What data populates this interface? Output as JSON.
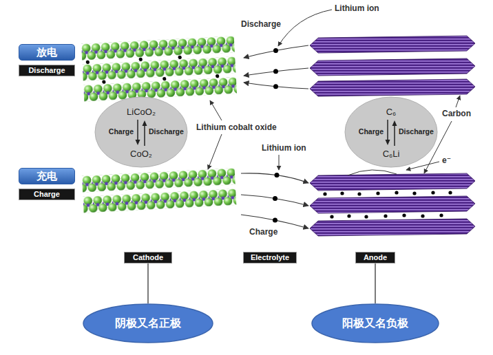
{
  "diagram": {
    "nodes": [
      {
        "text": [
          "放电"
        ]
      },
      {
        "text": [
          "Discharge"
        ]
      },
      {
        "text": [
          "LiCoO₂",
          "Charge",
          "Discharge",
          "CoO₂"
        ]
      },
      {
        "text": [
          "C₆",
          "Charge",
          "Discharge",
          "C₆Li"
        ]
      },
      {
        "text": [
          "充电"
        ]
      },
      {
        "text": [
          "Charge"
        ]
      },
      {
        "text": [
          "Cathode"
        ]
      },
      {
        "text": [
          "Electrolyte"
        ]
      },
      {
        "text": [
          "Anode"
        ]
      },
      {
        "text": [
          "阴极又名正极"
        ]
      },
      {
        "text": [
          "阳极又名负极"
        ]
      }
    ],
    "edges": [
      {
        "from": 6,
        "to": 9,
        "arrow": "none"
      },
      {
        "from": 8,
        "to": 10,
        "arrow": "none"
      }
    ],
    "labels": [
      "Discharge",
      "Lithium ion",
      "Lithium cobalt oxide",
      "Carbon",
      "Lithium ion",
      "e⁻",
      "Charge"
    ]
  }
}
